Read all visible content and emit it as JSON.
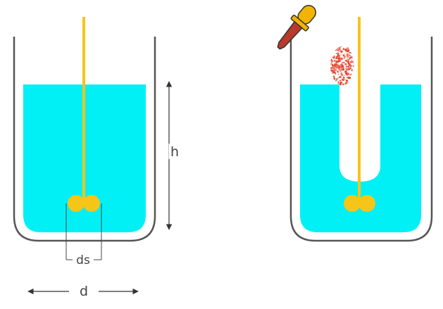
{
  "labels": {
    "height": "h",
    "stirrer_diameter": "ds",
    "vessel_diameter": "d"
  },
  "colors": {
    "liquid": "#00F0F5",
    "stirrer": "#F5C518",
    "vessel_wall": "#555555",
    "dye": "#E2402A",
    "dropper_bulb": "#F2B400",
    "arrow": "#333333"
  },
  "icons": {
    "dropper": "dropper-icon"
  }
}
